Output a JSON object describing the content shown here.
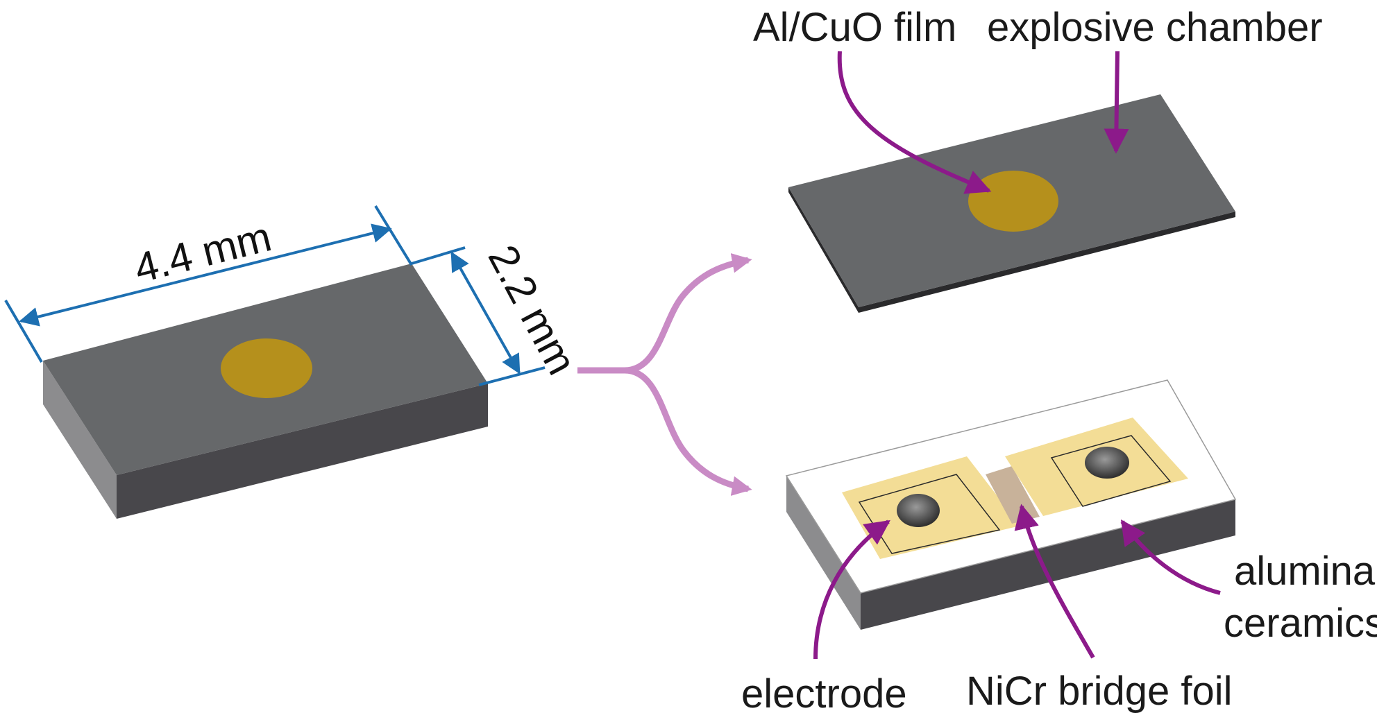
{
  "dimensions": {
    "length": "4.4 mm",
    "width": "2.2 mm"
  },
  "labels": {
    "film": "Al/CuO film",
    "chamber": "explosive chamber",
    "electrode": "electrode",
    "bridge": "NiCr bridge foil",
    "ceramics_line1": "alumina",
    "ceramics_line2": "ceramics"
  },
  "colors": {
    "chip_top": "#66686a",
    "chip_side_front": "#48474b",
    "chip_side_left": "#8c8c8e",
    "film": "#b5901c",
    "ceramic_top": "#ffffff",
    "electrode_pad": "#f3dd96",
    "bridge_foil": "#c8b29a",
    "dimension_line": "#1d6fb1",
    "callout_arrow": "#8c1a8a",
    "split_arrow": "#c98bc5"
  }
}
